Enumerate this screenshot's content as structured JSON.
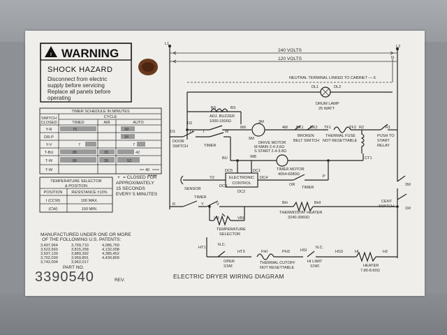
{
  "warning": {
    "title": "WARNING",
    "subtitle": "SHOCK HAZARD",
    "line1": "Disconnect from electric",
    "line2": "supply before servicing",
    "line3": "Replace all panels before",
    "line4": "operating"
  },
  "timer_schedule": {
    "title": "TIMER SCHEDULE IN MINUTES",
    "col_switch": "SWITCH",
    "col_closed": "CLOSED",
    "col_cycle": "CYCLE",
    "col_timed": "TIMED",
    "col_air": "AIR",
    "col_auto": "AUTO",
    "rows": [
      "Y-R",
      "DR-P",
      "Y-V",
      "T-BU",
      "T-W",
      "T-W"
    ],
    "values": {
      "yr_timed": "75",
      "yr_auto": "39",
      "drp_auto": "35",
      "yv_timed": "7",
      "yv_auto": "7",
      "tbu_timed": "85",
      "tbu_air": "35",
      "tbu_auto": "42",
      "tw1_timed": "85",
      "tw1_air": "35",
      "tw1_auto": "52",
      "tw2_auto": "40"
    }
  },
  "legend_note": {
    "line1": "= CLOSED FOR",
    "line2": "APPROXIMATELY",
    "line3": "15 SECONDS",
    "line4": "EVERY 5 MINUTES"
  },
  "temp_selector": {
    "title1": "TEMPERATURE SELECTOR",
    "title2": "& POSITION",
    "col_position": "POSITION",
    "col_resistance": "RESISTANCE ±10%",
    "row1_pos": "I (CCW)",
    "row1_res": "100 MAX.",
    "row2_pos": "(CW)",
    "row2_res": "100 MIN."
  },
  "patents": {
    "line1": "MANUFACTURED UNDER ONE OR MORE",
    "line2": "OF THE FOLLOWING U.S. PATENTS:",
    "col1": [
      "3,497,964",
      "3,522,660",
      "3,597,139",
      "3,702,030",
      "3,742,004"
    ],
    "col2": [
      "3,769,710",
      "3,815,258",
      "3,889,392",
      "3,959,891",
      "3,962,017"
    ],
    "col3": [
      "4,086,759",
      "4,132,008",
      "4,385,452",
      "4,430,809",
      ""
    ]
  },
  "part": {
    "label": "PART NO.",
    "number": "3390540",
    "rev": "REV."
  },
  "diagram": {
    "title": "ELECTRIC DRYER WIRING DIAGRAM",
    "labels": {
      "l1": "L1",
      "l2": "L2",
      "n": "N",
      "v240": "240 VOLTS",
      "v120": "120 VOLTS",
      "neutral": "NEUTRAL TERMINAL LINKED TO CABINET — 6",
      "dl1": "DL1",
      "dl2": "DL2",
      "drum_lamp1": "DRUM LAMP",
      "drum_lamp2": "25 WATT",
      "bs": "BS",
      "bs2": "BS",
      "buzzer1": "ADJ. BUZZER",
      "buzzer2": "1000-1500Ω",
      "gm": "6M",
      "m3": "3M",
      "m4": "4M",
      "m5": "5M",
      "bk1": "BK1",
      "bk2": "BK2",
      "tf": "TF1",
      "tf2": "TF2",
      "r2": "R2",
      "r1": "R1",
      "drive1": "DRIVE MOTOR",
      "drive2": "M MAIN  2.4-3.6Ω",
      "drive3": "S START  2.4-3.8Ω",
      "belt1": "BROKEN",
      "belt2": "BELT SWITCH",
      "tfuse1": "THERMAL FUSE",
      "tfuse2": "NOT RESETTABLE",
      "push1": "PUSH TO",
      "push2": "START",
      "push3": "RELAY",
      "cti": "CT1",
      "d1": "D1",
      "d2": "D2",
      "dd": "D",
      "door1": "DOOR",
      "door2": "SWITCH",
      "t": "T",
      "timer": "TIMER",
      "bu": "BU",
      "w": "W",
      "dc5": "DC5",
      "dc1": "DC1",
      "dc3": "DC3",
      "dc4": "DC4",
      "dc2": "DC2",
      "wb": "WB",
      "ec1": "ELECTRONIC",
      "ec2": "CONTROL",
      "tm1": "TIMER MOTOR",
      "tm2": "4054-6080Ω",
      "sensor": "SENSOR",
      "yr": "Y2",
      "or": "OR",
      "timer2": "TIMER",
      "p": "P",
      "r": "R",
      "timer3": "TIMER",
      "y": "Y",
      "v": "V",
      "bh": "BH",
      "bhi": "BHI",
      "th1": "THERMOSTAT HEATER",
      "th2": "3240-3960Ω",
      "vr": "VR",
      "vri": "VRI",
      "ts1": "TEMPERATURE",
      "ts2": "SELECTOR",
      "ht1": "HT1",
      "ht3": "HT3",
      "nc": "N.C.",
      "oper1": "OPER",
      "oper2": "STAT.",
      "fh1": "FHI",
      "ph3": "PH3",
      "tc1": "THERMAL CUTOFF",
      "tc2": "NOT RESETTABLE",
      "hs1": "HSI",
      "nc2": "N.C.",
      "hl1": "HI LIMIT",
      "hl2": "STAT.",
      "hs3": "HS3",
      "hi": "HI",
      "h2": "H2",
      "heater1": "HEATER",
      "heater2": "7.80-8.60Ω",
      "cent1": "CENT",
      "cent2": "SWITCH",
      "m2": "2M",
      "m1": "1M"
    }
  },
  "colors": {
    "label_bg": "#efeeea",
    "ink": "#222222",
    "accent": "#2a2a2a"
  }
}
